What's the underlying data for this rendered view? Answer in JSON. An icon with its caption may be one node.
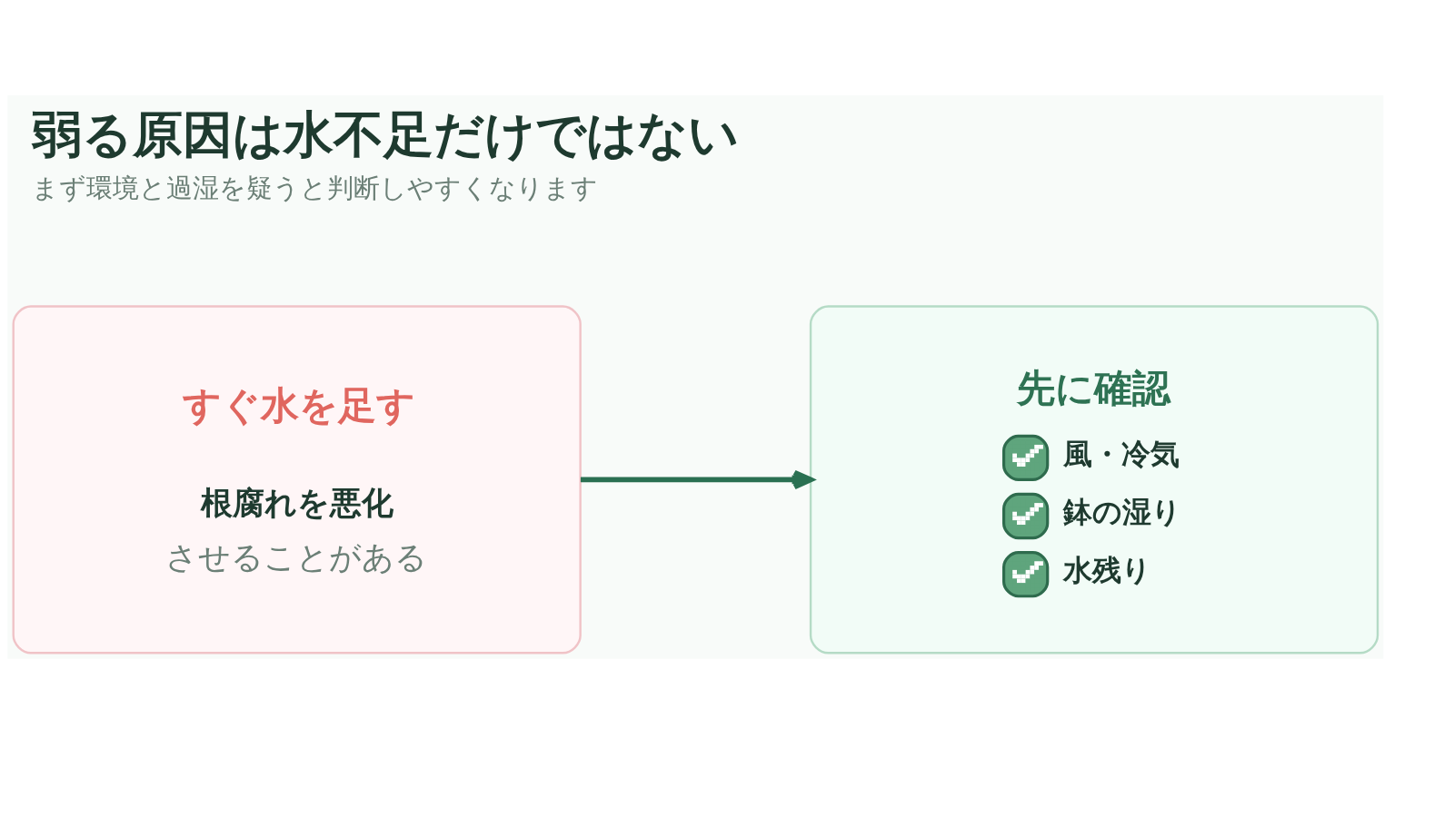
{
  "diagram": {
    "title": "弱る原因は水不足だけではない",
    "caption": "まず環境と過湿を疑うと判断しやすくなります",
    "nodes": [
      {
        "text": [
          "すぐ水を足す",
          "根腐れを悪化",
          "させることがある"
        ]
      },
      {
        "text": [
          "先に確認",
          "風・冷気",
          "鉢の湿り",
          "水残り"
        ]
      }
    ],
    "edges": [
      {
        "from": 0,
        "to": 1,
        "arrow": "to"
      }
    ]
  }
}
